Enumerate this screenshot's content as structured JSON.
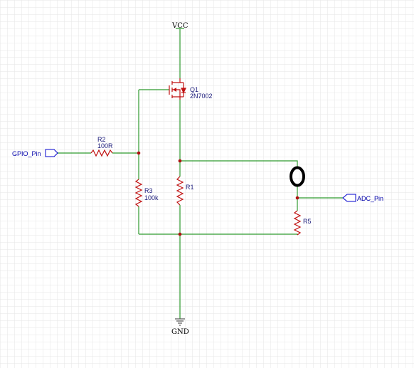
{
  "colors": {
    "wire": "#2e9a2e",
    "component": "#c01010",
    "junction": "#b01010",
    "port": "#0000cc",
    "grid": "#e6e6e6",
    "label": "#1a1a7a"
  },
  "power": {
    "vcc_label": "VCC",
    "gnd_label": "GND"
  },
  "ports": {
    "gpio_label": "GPIO_Pin",
    "adc_label": "ADC_Pin"
  },
  "components": {
    "q1": {
      "ref": "Q1",
      "value": "2N7002"
    },
    "r1": {
      "ref": "R1"
    },
    "r2": {
      "ref": "R2",
      "value": "100R"
    },
    "r3": {
      "ref": "R3",
      "value": "100k"
    },
    "r5": {
      "ref": "R5"
    }
  },
  "icons": {
    "load": "black-ring-icon",
    "ground": "ground-symbol-icon",
    "mosfet": "n-mosfet-icon"
  }
}
